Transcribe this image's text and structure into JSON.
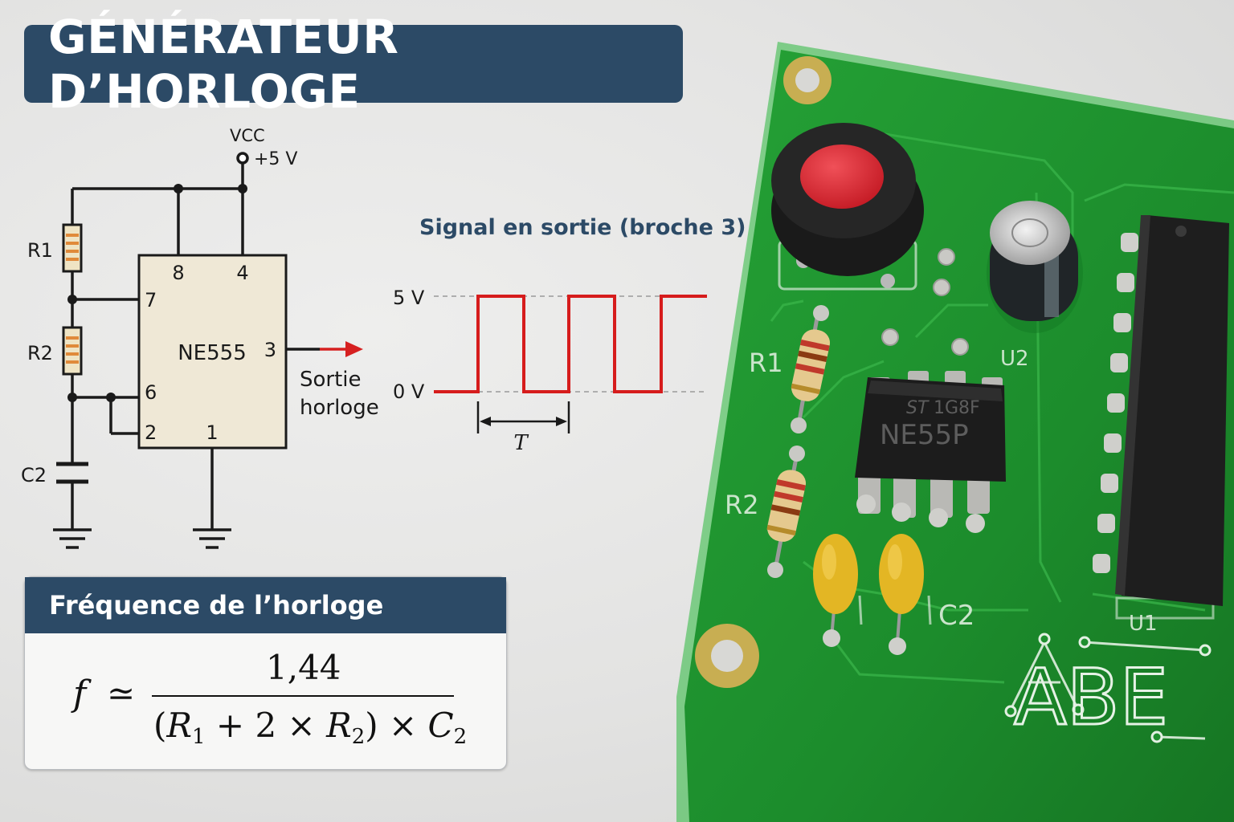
{
  "title": "GÉNÉRATEUR D’HORLOGE",
  "schematic": {
    "vcc_label": "VCC",
    "supply_label": "+5 V",
    "chip_name": "NE555",
    "pins": {
      "p8": "8",
      "p4": "4",
      "p7": "7",
      "p6": "6",
      "p2": "2",
      "p1": "1",
      "p3": "3"
    },
    "r1": "R1",
    "r2": "R2",
    "c2": "C2",
    "output_label_1": "Sortie",
    "output_label_2": "horloge",
    "wire_color": "#1a1a1a",
    "output_arrow_color": "#d62020"
  },
  "waveform": {
    "title": "Signal en sortie (broche 3)",
    "high_label": "5 V",
    "low_label": "0 V",
    "period_label": "T",
    "signal_color": "#d61c1c"
  },
  "formula": {
    "header": "Fréquence de l’horloge",
    "lhs": "f",
    "approx": "≃",
    "numerator": "1,44",
    "den_open": "(",
    "r1_sym": "R",
    "r1_sub": "1",
    "plus_two_times": " + 2 × ",
    "r2_sym": "R",
    "r2_sub": "2",
    "close_times": ") × ",
    "c2_sym": "C",
    "c2_sub": "2"
  },
  "pcb": {
    "board_color": "#1f8f2f",
    "label_r1": "R1",
    "label_r2": "R2",
    "label_c2": "C2",
    "label_u1": "U1",
    "label_u2": "U2",
    "chip_brand": "ST",
    "chip_code": "1G8F",
    "chip_marking": "NE55P",
    "logo": "ABE"
  },
  "colors": {
    "banner": "#2c4a66",
    "button_red": "#e02b35"
  }
}
